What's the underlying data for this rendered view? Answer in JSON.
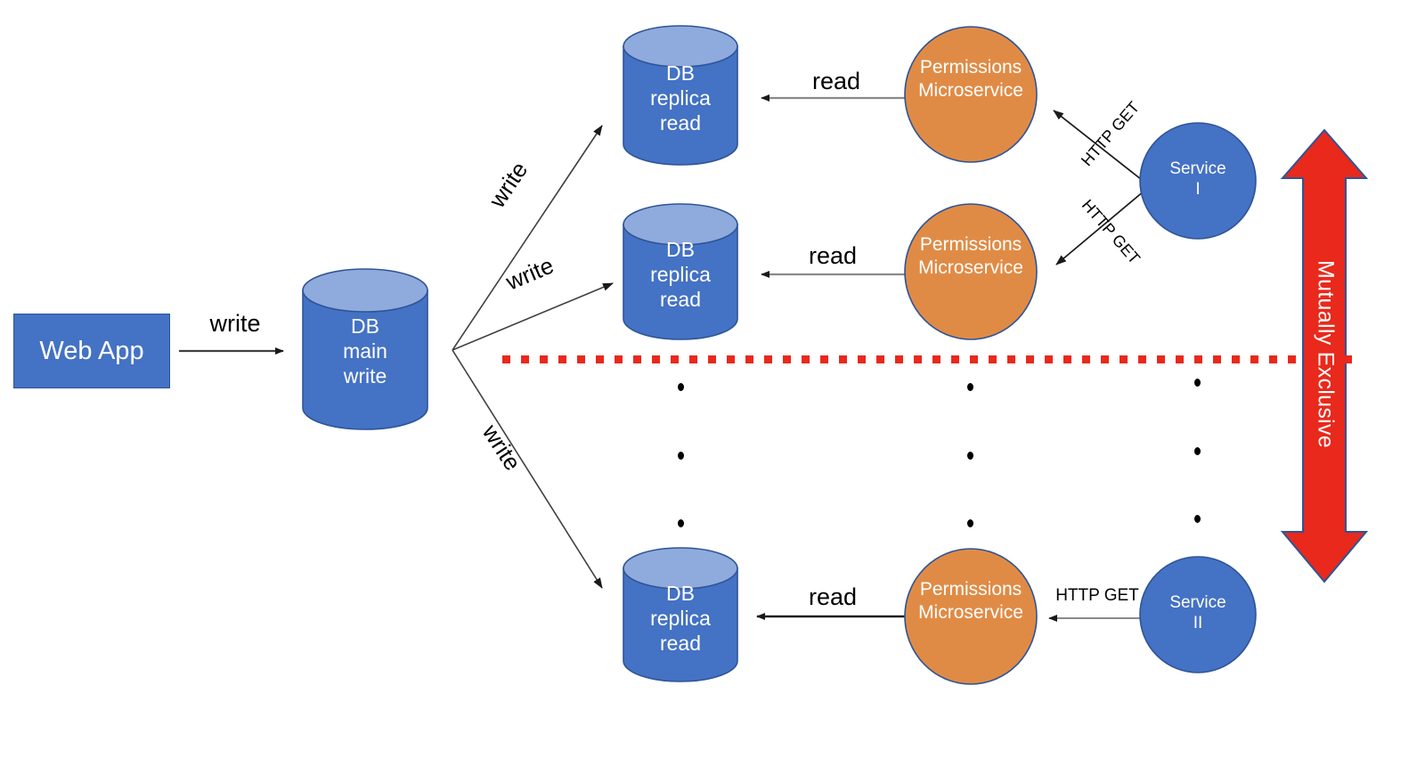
{
  "diagram": {
    "title": "Database replication with permissions microservices",
    "colors": {
      "node_blue": "#4472C4",
      "node_blue_border": "#2E5496",
      "cylinder_top": "#8FAADC",
      "node_orange": "#E08B45",
      "node_orange_border": "#2E5496",
      "accent_red": "#E8291C",
      "arrow_stroke": "#595959",
      "text_light": "#FFFFFF",
      "text_dark": "#000000"
    }
  },
  "nodes": {
    "web_app": {
      "label": "Web App"
    },
    "db_main": {
      "line1": "DB",
      "line2": "main",
      "line3": "write"
    },
    "db_replica_1": {
      "line1": "DB",
      "line2": "replica",
      "line3": "read"
    },
    "db_replica_2": {
      "line1": "DB",
      "line2": "replica",
      "line3": "read"
    },
    "db_replica_n": {
      "line1": "DB",
      "line2": "replica",
      "line3": "read"
    },
    "permissions_1": {
      "line1": "Permissions",
      "line2": "Microservice"
    },
    "permissions_2": {
      "line1": "Permissions",
      "line2": "Microservice"
    },
    "permissions_n": {
      "line1": "Permissions",
      "line2": "Microservice"
    },
    "service_1": {
      "line1": "Service",
      "line2": "I"
    },
    "service_2": {
      "line1": "Service",
      "line2": "II"
    }
  },
  "edges": {
    "webapp_to_dbmain": {
      "label": "write"
    },
    "dbmain_to_replica1": {
      "label": "write"
    },
    "dbmain_to_replica2": {
      "label": "write"
    },
    "dbmain_to_replican": {
      "label": "write"
    },
    "permissions1_to_replica1": {
      "label": "read"
    },
    "permissions2_to_replica2": {
      "label": "read"
    },
    "permissionsn_to_replican": {
      "label": "read"
    },
    "service1_to_permissions1": {
      "label": "HTTP GET"
    },
    "service1_to_permissions2": {
      "label": "HTTP GET"
    },
    "service2_to_permissionsn": {
      "label": "HTTP GET"
    }
  },
  "annotations": {
    "mutually_exclusive": {
      "label": "Mutually Exclusive"
    },
    "vertical_ellipsis_replicas": {
      "label": "..."
    },
    "vertical_ellipsis_permissions": {
      "label": "..."
    },
    "vertical_ellipsis_services": {
      "label": "..."
    }
  }
}
